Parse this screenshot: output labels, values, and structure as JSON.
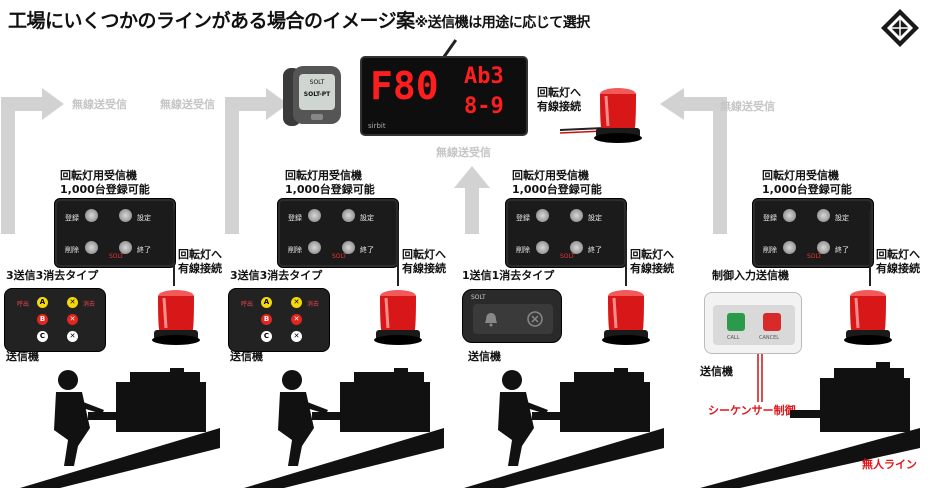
{
  "header": {
    "title": "工場にいくつかのラインがある場合のイメージ案",
    "subtitle": "※送信機は用途に応じて選択"
  },
  "wireless_labels": [
    "無線送受信",
    "無線送受信",
    "無線送受信",
    "無線送受信"
  ],
  "receiver_caption_line1": "回転灯用受信機",
  "receiver_caption_line2": "1,000台登録可能",
  "receiver_buttons": {
    "register": "登録",
    "settings": "設定",
    "delete": "削除",
    "end": "終了",
    "brand": "SOLT"
  },
  "wired_line1": "回転灯へ",
  "wired_line2": "有線接続",
  "columns": [
    {
      "type_label": "3送信3消去タイプ",
      "transmitter_label": "送信機"
    },
    {
      "type_label": "3送信3消去タイプ",
      "transmitter_label": "送信機"
    },
    {
      "type_label": "1送信1消去タイプ",
      "transmitter_label": "送信機"
    },
    {
      "type_label": "制御入力送信機",
      "transmitter_label": "送信機",
      "sequencer_label": "シーケンサー制御",
      "unmanned_label": "無人ライン"
    }
  ],
  "tx3_keys": {
    "call": "呼出",
    "cancel": "消去",
    "a": "A",
    "b": "B",
    "c": "C"
  },
  "tx1_brand": "SOLT",
  "control_tx": {
    "call": "CALL",
    "cancel": "CANCEL"
  },
  "display": {
    "line1_left": "F80",
    "line1_right": "Ab3",
    "line2_right": "8-9",
    "brand": "sirbit"
  },
  "watch": {
    "brand": "SOLT",
    "model": "SOLT-PT"
  },
  "colors": {
    "red_text": "#e0161c",
    "arrow_gray": "#d2d2d2",
    "beacon_red": "#d81818",
    "display_red": "#ff1e1e"
  }
}
